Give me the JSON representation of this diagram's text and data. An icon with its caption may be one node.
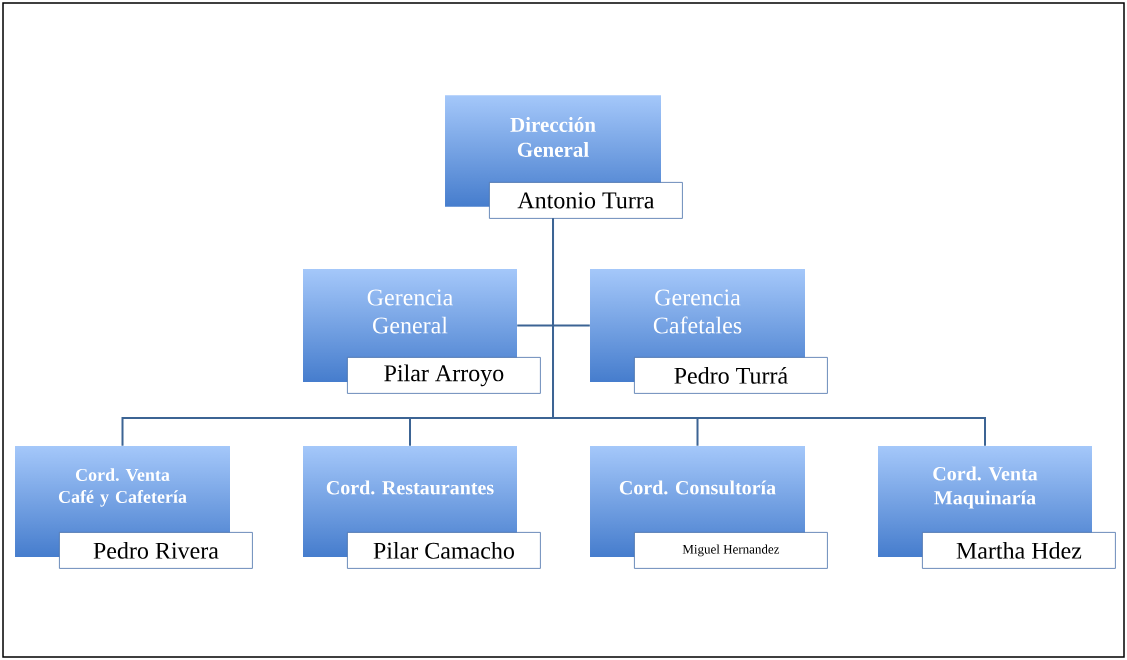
{
  "diagram": {
    "nodes": [
      {
        "text": [
          "Dirección General",
          "Antonio Turra"
        ]
      },
      {
        "text": [
          "Gerencia General",
          "Pilar Arroyo"
        ]
      },
      {
        "text": [
          "Gerencia Cafetales",
          "Pedro Turrá"
        ]
      },
      {
        "text": [
          "Cord. Venta Café y Cafetería",
          "Pedro Rivera"
        ]
      },
      {
        "text": [
          "Cord. Restaurantes",
          "Pilar Camacho"
        ]
      },
      {
        "text": [
          "Cord. Consultoría",
          "Miguel Hernandez"
        ]
      },
      {
        "text": [
          "Cord. Venta Maquinaría",
          "Martha Hdez"
        ]
      }
    ],
    "edges": [
      {
        "from": 0,
        "to": 1,
        "arrow": "none"
      },
      {
        "from": 0,
        "to": 2,
        "arrow": "none"
      },
      {
        "from": 0,
        "to": 3,
        "arrow": "none"
      },
      {
        "from": 0,
        "to": 4,
        "arrow": "none"
      },
      {
        "from": 0,
        "to": 5,
        "arrow": "none"
      },
      {
        "from": 0,
        "to": 6,
        "arrow": "none"
      }
    ]
  }
}
